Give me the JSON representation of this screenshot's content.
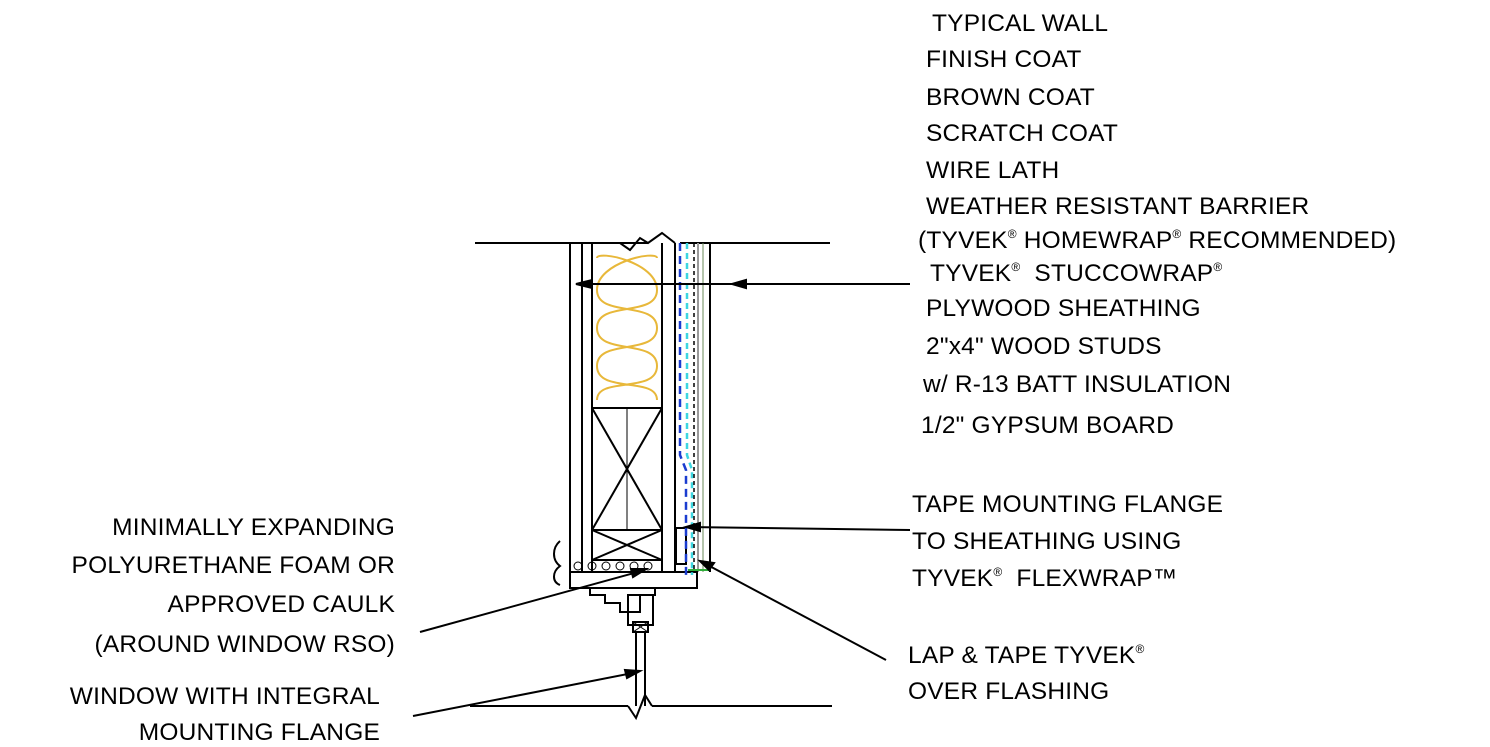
{
  "labels": {
    "typical_wall": "TYPICAL WALL",
    "finish_coat": "FINISH COAT",
    "brown_coat": "BROWN COAT",
    "scratch_coat": "SCRATCH COAT",
    "wire_lath": "WIRE LATH",
    "wrb": "WEATHER RESISTANT BARRIER",
    "wrb_tyvek": "(TYVEK",
    "wrb_homewrap": " HOMEWRAP",
    "wrb_recommended": " RECOMMENDED)",
    "stuccowrap_tyvek": "TYVEK",
    "stuccowrap": "  STUCCOWRAP",
    "plywood": "PLYWOOD SHEATHING",
    "studs": "2\"x4\" WOOD STUDS",
    "insulation": "w/ R-13 BATT INSULATION",
    "gypsum": "1/2\" GYPSUM BOARD",
    "tape_line1": "TAPE MOUNTING FLANGE",
    "tape_line2": "TO SHEATHING USING",
    "tape_line3_tyvek": "TYVEK",
    "tape_line3_flexwrap": "  FLEXWRAP™",
    "foam_line1": "MINIMALLY EXPANDING",
    "foam_line2": "POLYURETHANE FOAM OR",
    "foam_line3": "APPROVED CAULK",
    "foam_line4": "(AROUND WINDOW RSO)",
    "lap_line1": "LAP & TAPE TYVEK",
    "lap_line2": "OVER FLASHING",
    "window_line1": "WINDOW WITH INTEGRAL",
    "window_line2": "MOUNTING FLANGE",
    "registered": "®"
  },
  "colors": {
    "line": "#000000",
    "insulation": "#e8b83a",
    "barrier_blue": "#1a3ccf",
    "barrier_cyan": "#3cd6e0",
    "flashing_green": "#2fae3a",
    "stucco_gray": "#9a9a9a"
  }
}
